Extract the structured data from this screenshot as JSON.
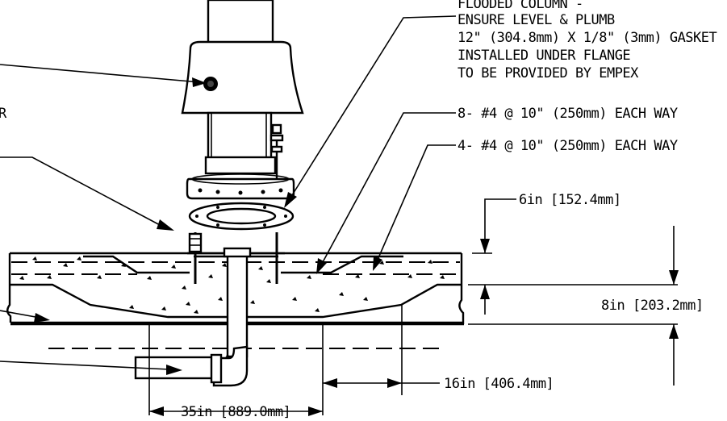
{
  "notes": {
    "column_line1": "FLOODED COLUMN -",
    "column_line2": "ENSURE LEVEL & PLUMB",
    "gasket_line1": "12\" (304.8mm) X 1/8\" (3mm) GASKET",
    "gasket_line2": "INSTALLED UNDER FLANGE",
    "gasket_line3": "TO BE PROVIDED BY EMPEX",
    "rebar_top": "8- #4 @ 10\" (250mm) EACH WAY",
    "rebar_bottom": "4- #4 @ 10\" (250mm) EACH WAY",
    "clipped_left": "R"
  },
  "dimensions": {
    "depth_6in": "6in [152.4mm]",
    "depth_8in": "8in [203.2mm]",
    "width_16in": "16in [406.4mm]",
    "width_35in": "35in [889.0mm]"
  }
}
